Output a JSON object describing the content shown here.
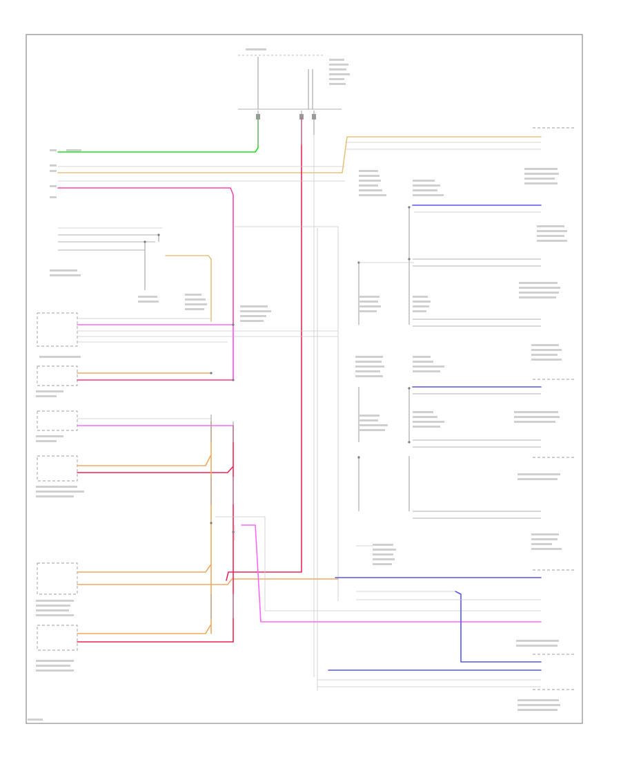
{
  "diagram": {
    "footer_code": "",
    "colors": {
      "green": "#22dd22",
      "yellow": "#e6c27a",
      "orange": "#f0a860",
      "pink": "#ff66ff",
      "red": "#ee2255",
      "blue": "#5555ee",
      "grey": "#bdbdbd"
    },
    "modules_left": [
      {
        "id": "instrument_cluster",
        "caption": ""
      },
      {
        "id": "module_2",
        "caption": ""
      },
      {
        "id": "module_3",
        "caption": ""
      },
      {
        "id": "module_4",
        "caption": ""
      },
      {
        "id": "module_5",
        "caption": ""
      },
      {
        "id": "module_6",
        "caption": ""
      }
    ],
    "modules_right": [
      {
        "id": "module_r1",
        "caption": ""
      },
      {
        "id": "module_r2",
        "caption": ""
      },
      {
        "id": "module_r3",
        "caption": ""
      },
      {
        "id": "module_r4",
        "caption": ""
      },
      {
        "id": "module_r5",
        "caption": ""
      },
      {
        "id": "module_r6",
        "caption": ""
      },
      {
        "id": "module_r7",
        "caption": ""
      }
    ]
  }
}
